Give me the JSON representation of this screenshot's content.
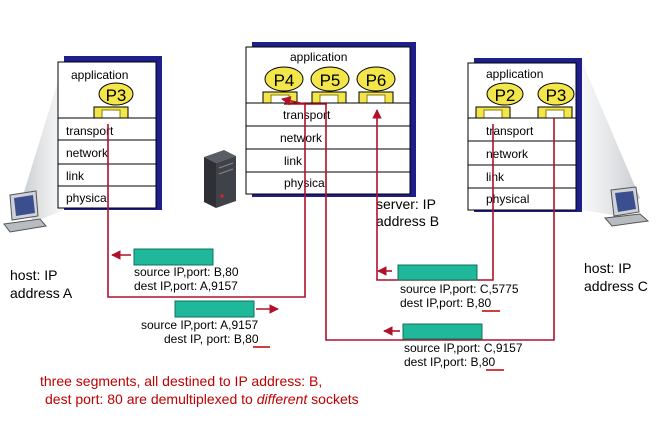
{
  "hosts": {
    "a": {
      "label_line1": "host: IP",
      "label_line2": "address A",
      "stack": {
        "application": "application",
        "process": "P3",
        "transport": "transport",
        "network": "network",
        "link": "link",
        "physical": "physical"
      }
    },
    "server": {
      "label_line1": "server: IP",
      "label_line2": "address B",
      "stack": {
        "application": "application",
        "processes": [
          "P4",
          "P5",
          "P6"
        ],
        "transport": "transport",
        "network": "network",
        "link": "link",
        "physical": "physical"
      }
    },
    "c": {
      "label_line1": "host: IP",
      "label_line2": "address C",
      "stack": {
        "application": "application",
        "processes": [
          "P2",
          "P3"
        ],
        "transport": "transport",
        "network": "network",
        "link": "link",
        "physical": "physical"
      }
    }
  },
  "segments": [
    {
      "src": "source IP,port: B,80",
      "dst": "dest IP,port: A,9157"
    },
    {
      "src": "source IP,port: A,9157",
      "dst": "dest IP, port: B,80"
    },
    {
      "src": "source IP,port: C,5775",
      "dst": "dest IP,port: B,80"
    },
    {
      "src": "source IP,port: C,9157",
      "dst": "dest IP,port: B,80"
    }
  ],
  "caption": {
    "line1": "three segments, all destined to IP address: B,",
    "line2_prefix": "dest port: 80 are demultiplexed to ",
    "line2_emph": "different",
    "line2_suffix": " sockets"
  },
  "colors": {
    "stack_shadow": "#1f1f8c",
    "socket": "#f2e64b",
    "segment": "#1fb89a",
    "flow_line": "#b0102a",
    "underline": "#c00000",
    "caption": "#c00000"
  }
}
